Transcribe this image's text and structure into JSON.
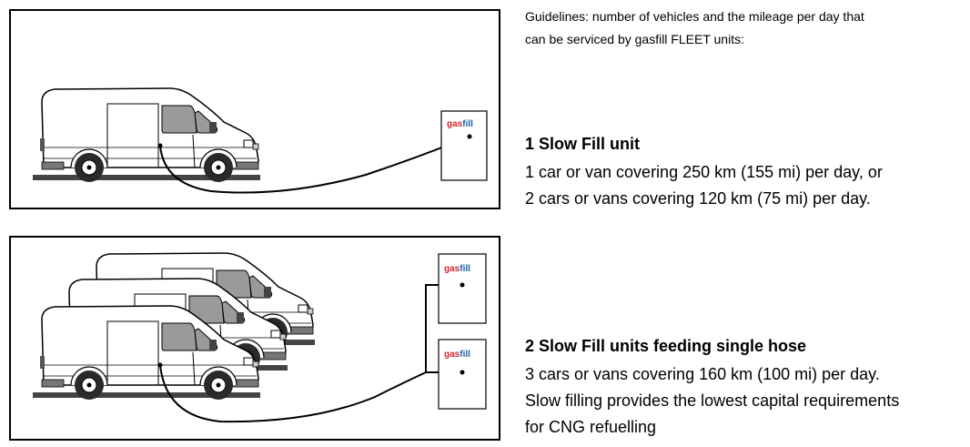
{
  "intro": {
    "line1": "Guidelines: number of vehicles and the mileage per day that",
    "line2": "can be serviced by gasfill FLEET units:"
  },
  "logo": {
    "part1": "gas",
    "part2": "fill",
    "color1": "#d9232e",
    "color2": "#1d5fa8"
  },
  "section1": {
    "title": "1 Slow Fill unit",
    "line1": "1 car or van covering 250 km (155 mi) per day, or",
    "line2": "2 cars or vans covering 120 km (75 mi) per day."
  },
  "section2": {
    "title": "2 Slow Fill units feeding single hose",
    "line1": "3 cars or vans covering 160 km (100 mi) per day.",
    "line2": "Slow filling provides the lowest capital requirements",
    "line3": "for CNG refuelling"
  }
}
